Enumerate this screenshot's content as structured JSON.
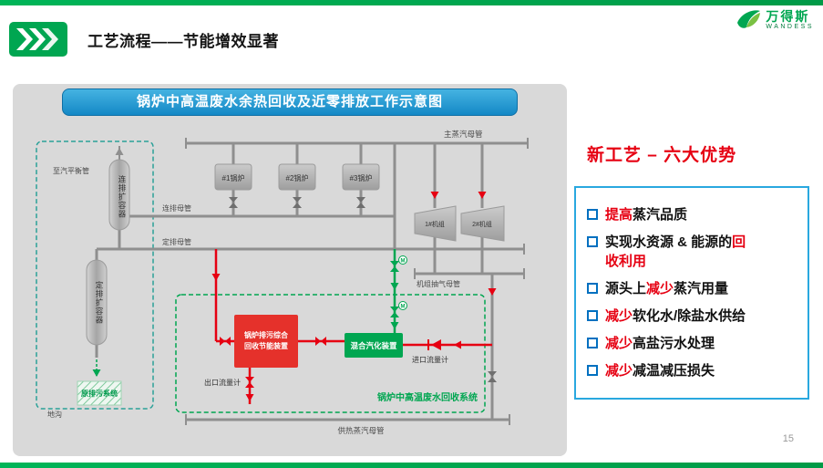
{
  "appearance": {
    "brand_green": "#00a651",
    "accent_red": "#e60012",
    "banner_blue": "#1488c6",
    "box_border_blue": "#29a8df",
    "bullet_blue": "#0070c0",
    "panel_gray": "#d9d9d9"
  },
  "header": {
    "title": "工艺流程——节能增效显著",
    "logo": {
      "name": "万得斯",
      "sub": "WANDESS"
    }
  },
  "diagram": {
    "banner": "锅炉中高温废水余热回收及近零排放工作示意图",
    "labels": {
      "main_steam_header": "主蒸汽母管",
      "boiler1": "#1锅炉",
      "boiler2": "#2锅炉",
      "boiler3": "#3锅炉",
      "unit1": "1#机组",
      "unit2": "2#机组",
      "to_balance_pipe": "至汽平衡管",
      "cont_blowdown_tank": "连排扩容器",
      "cont_blowdown_header": "连排母管",
      "period_blowdown_header": "定排母管",
      "period_blowdown_tank": "定排扩容器",
      "extraction_header": "机组抽气母管",
      "orig_blowdown_system": "原排污系统",
      "trench": "地沟",
      "recovery_device_line1": "锅炉排污综合",
      "recovery_device_line2": "回收节能装置",
      "mixer": "混合汽化装置",
      "outlet_meter": "出口流量计",
      "inlet_meter": "进口流量计",
      "recovery_system": "锅炉中高温废水回收系统",
      "heating_steam_header": "供热蒸汽母管",
      "motor": "M"
    }
  },
  "advantages": {
    "heading": "新工艺 – 六大优势",
    "items": [
      {
        "pre": "",
        "red": "提高",
        "post": "蒸汽品质"
      },
      {
        "pre": "实现水资源 & 能源的",
        "red": "回收利用",
        "post": ""
      },
      {
        "pre": "源头上",
        "red": "减少",
        "post": "蒸汽用量"
      },
      {
        "pre": "",
        "red": "减少",
        "post": "软化水/除盐水供给"
      },
      {
        "pre": "",
        "red": "减少",
        "post": "高盐污水处理"
      },
      {
        "pre": "",
        "red": "减少",
        "post": "减温减压损失"
      }
    ]
  },
  "page_number": "15"
}
